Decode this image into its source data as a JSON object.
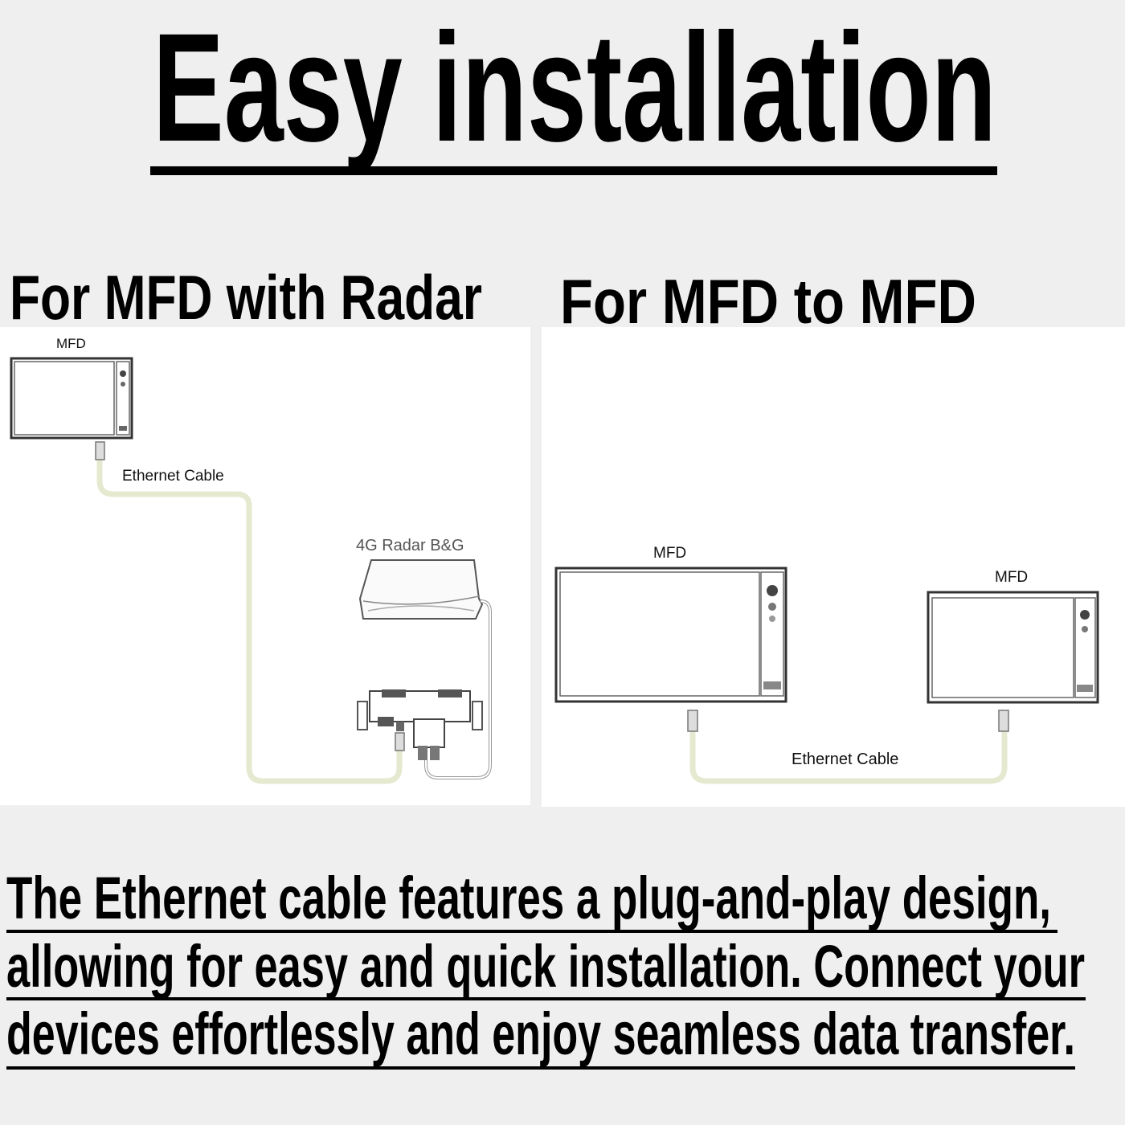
{
  "title": "Easy installation",
  "left_panel": {
    "heading": "For MFD with Radar",
    "mfd_label": "MFD",
    "cable_label": "Ethernet Cable",
    "radar_label": "4G Radar B&G"
  },
  "right_panel": {
    "heading": "For MFD to MFD",
    "mfd1_label": "MFD",
    "mfd2_label": "MFD",
    "cable_label": "Ethernet Cable"
  },
  "description": {
    "lines": [
      "The Ethernet cable features a plug-and-play design,",
      "allowing for easy and quick installation. Connect your",
      "devices effortlessly and enjoy seamless data transfer."
    ]
  },
  "colors": {
    "background": "#efefef",
    "panel": "#ffffff",
    "text": "#000000",
    "ethernet_cable": "#e4e9cf"
  }
}
